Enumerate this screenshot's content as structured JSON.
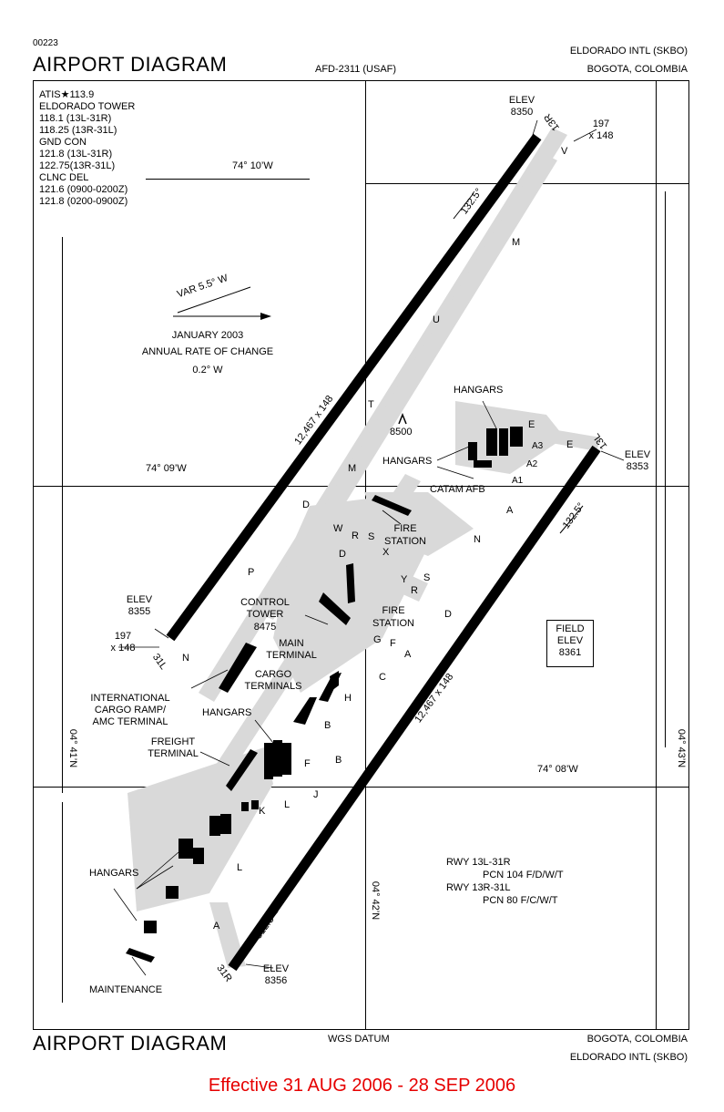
{
  "header": {
    "doc_number": "00223",
    "title": "AIRPORT DIAGRAM",
    "afd_ref": "AFD-2311 (USAF)",
    "airport": "ELDORADO INTL  (SKBO)",
    "city": "BOGOTA, COLOMBIA"
  },
  "footer": {
    "title": "AIRPORT DIAGRAM",
    "datum": "WGS DATUM",
    "city": "BOGOTA, COLOMBIA",
    "airport": "ELDORADO INTL  (SKBO)"
  },
  "frequencies": [
    "ATIS★113.9",
    "ELDORADO TOWER",
    "118.1 (13L-31R)",
    "118.25 (13R-31L)",
    "GND CON",
    "121.8 (13L-31R)",
    "122.75(13R-31L)",
    "CLNC DEL",
    "121.6 (0900-0200Z)",
    "121.8 (0200-0900Z)"
  ],
  "variation": {
    "var": "VAR 5.5° W",
    "date": "JANUARY 2003",
    "rate_label": "ANNUAL RATE OF CHANGE",
    "rate": "0.2° W"
  },
  "coords": {
    "lon_1010": "74° 10’W",
    "lon_0909": "74° 09’W",
    "lon_0808": "74° 08’W",
    "lat_41": "04° 41’N",
    "lat_42": "04° 42’N",
    "lat_43": "04° 43’N"
  },
  "runways": {
    "r13r_31l": {
      "id_top": "13R",
      "id_bottom": "31L",
      "dims": "12,467 x 148",
      "heading_down": "132.5°",
      "heading_up": "312.5°",
      "elev_top_label": "ELEV",
      "elev_top": "8350",
      "elev_bottom_label": "ELEV",
      "elev_bottom": "8355",
      "disp_top": "197",
      "disp_top2": "x 148",
      "disp_bottom": "197",
      "disp_bottom2": "x 148"
    },
    "r13l_31r": {
      "id_top": "13L",
      "id_bottom": "31R",
      "dims": "12,467 x 148",
      "heading_down": "132.5°",
      "heading_up": "312.5°",
      "elev_top_label": "ELEV",
      "elev_top": "8353",
      "elev_bottom_label": "ELEV",
      "elev_bottom": "8356"
    }
  },
  "field_elev": {
    "l1": "FIELD",
    "l2": "ELEV",
    "l3": "8361"
  },
  "obstacle": {
    "elev": "8500"
  },
  "labels": {
    "hangars_ne": "HANGARS",
    "hangars_mid": "HANGARS",
    "catam": "CATAM AFB",
    "fire1_a": "FIRE",
    "fire1_b": "STATION",
    "fire2_a": "FIRE",
    "fire2_b": "STATION",
    "tower_a": "CONTROL",
    "tower_b": "TOWER",
    "tower_c": "8475",
    "main_term_a": "MAIN",
    "main_term_b": "TERMINAL",
    "cargo_term_a": "CARGO",
    "cargo_term_b": "TERMINALS",
    "intl_cargo_a": "INTERNATIONAL",
    "intl_cargo_b": "CARGO RAMP/",
    "intl_cargo_c": "AMC TERMINAL",
    "hangars_sw1": "HANGARS",
    "freight_a": "FREIGHT",
    "freight_b": "TERMINAL",
    "hangars_sw2": "HANGARS",
    "maintenance": "MAINTENANCE"
  },
  "pcn": {
    "r1": "RWY 13L-31R",
    "r1v": "PCN 104 F/D/W/T",
    "r2": "RWY 13R-31L",
    "r2v": "PCN 80 F/C/W/T"
  },
  "taxiways": {
    "V": "V",
    "M1": "M",
    "U": "U",
    "T": "T",
    "M2": "M",
    "D1": "D",
    "W": "W",
    "R1": "R",
    "S1": "S",
    "X": "X",
    "D2": "D",
    "Y": "Y",
    "R2": "R",
    "S2": "S",
    "P": "P",
    "N1": "N",
    "N2": "N",
    "A1": "A",
    "D3": "D",
    "G": "G",
    "F1": "F",
    "A2": "A",
    "C": "C",
    "H": "H",
    "B1": "B",
    "B2": "B",
    "F2": "F",
    "K": "K",
    "L1": "L",
    "J": "J",
    "L2": "L",
    "A3": "A",
    "E1": "E",
    "E2": "E",
    "A3s": "A3",
    "A2s": "A2",
    "A1s": "A1"
  },
  "effective": "Effective 31 AUG 2006 - 28 SEP 2006"
}
